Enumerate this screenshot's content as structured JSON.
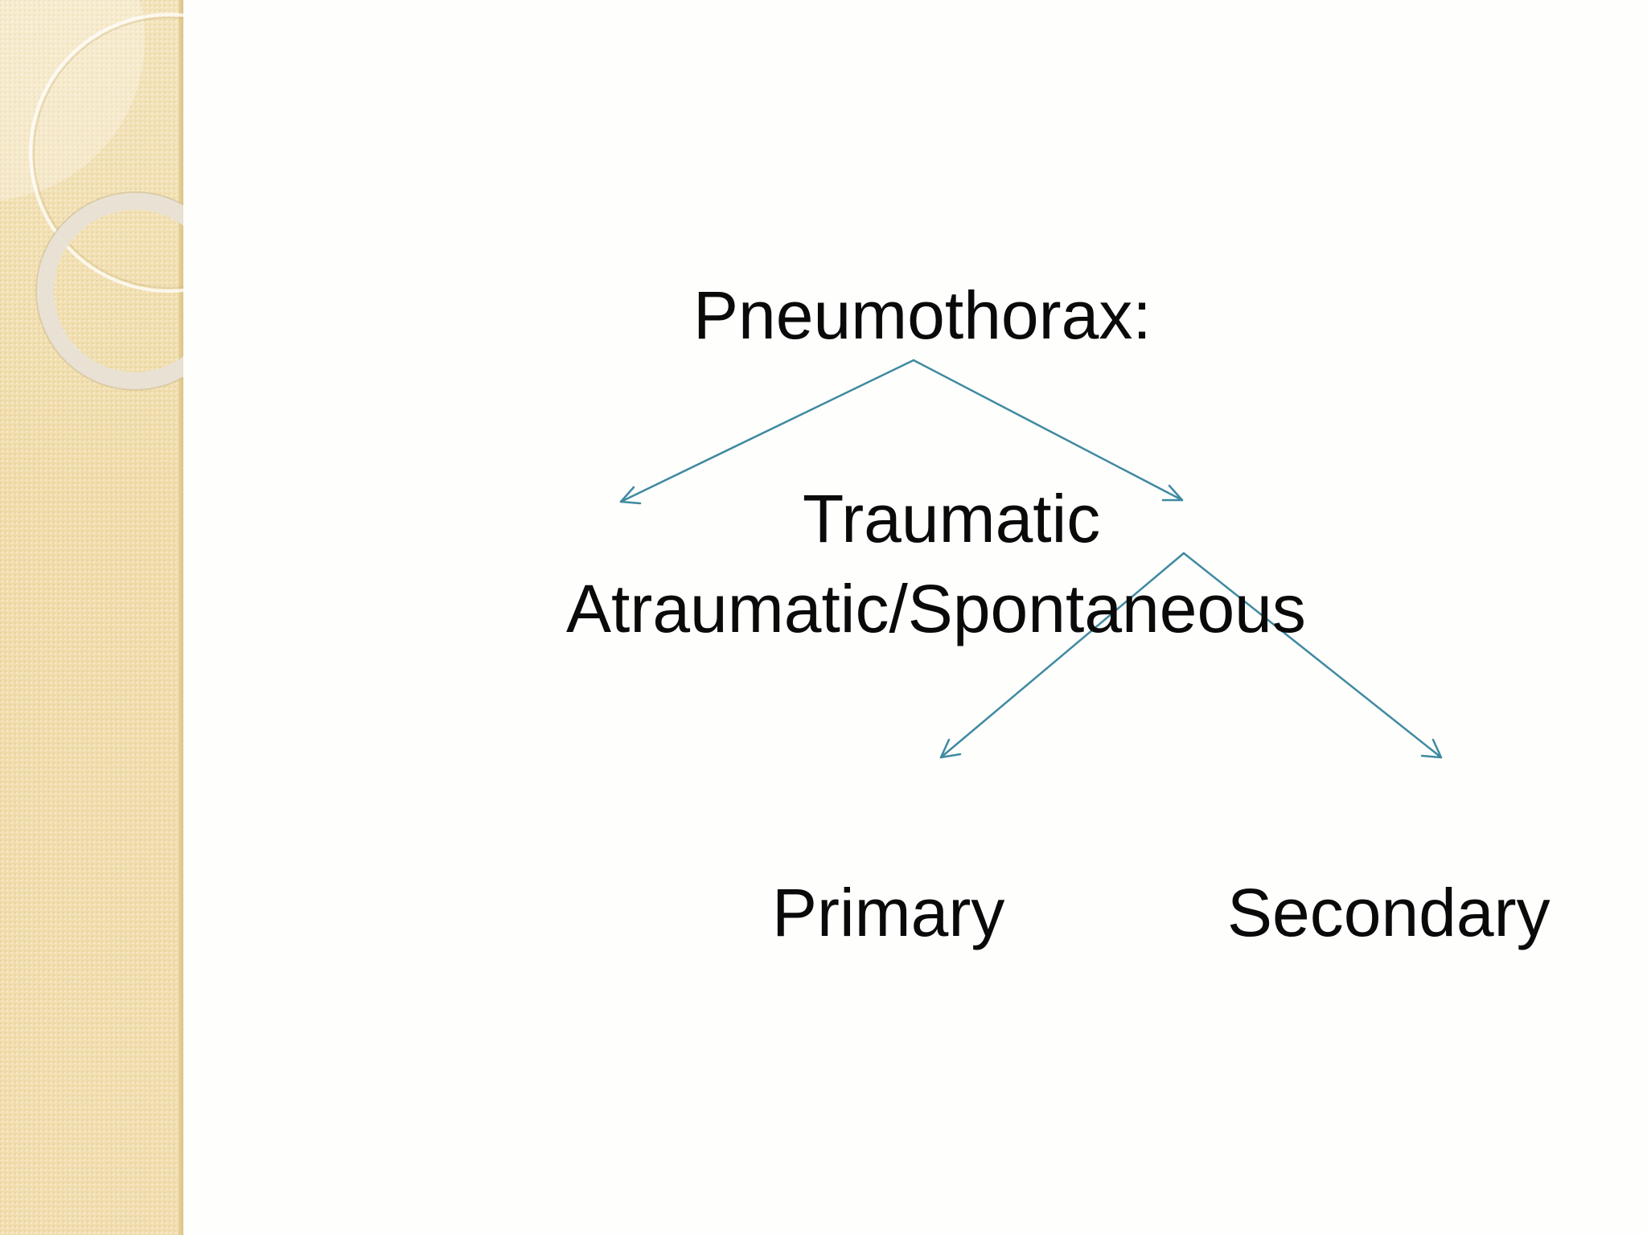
{
  "nodes": {
    "root": "Pneumothorax:",
    "traumatic": "Traumatic",
    "atraumatic": "Atraumatic/Spontaneous",
    "primary": "Primary",
    "secondary": "Secondary"
  },
  "colors": {
    "arrow": "#3f8aa0",
    "text": "#0a0a0a",
    "sidebar": "#f1dfb0"
  }
}
